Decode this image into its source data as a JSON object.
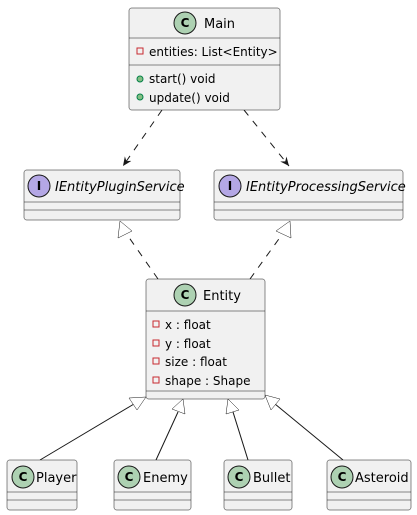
{
  "classes": {
    "main": {
      "name": "Main",
      "stereotype": "C",
      "fields": [
        "entities: List<Entity>"
      ],
      "methods": [
        "start() void",
        "update() void"
      ]
    },
    "plugin": {
      "name": "IEntityPluginService",
      "stereotype": "I"
    },
    "processing": {
      "name": "IEntityProcessingService",
      "stereotype": "I"
    },
    "entity": {
      "name": "Entity",
      "stereotype": "C",
      "fields": [
        "x : float",
        "y : float",
        "size : float",
        "shape : Shape"
      ]
    },
    "player": {
      "name": "Player",
      "stereotype": "C"
    },
    "enemy": {
      "name": "Enemy",
      "stereotype": "C"
    },
    "bullet": {
      "name": "Bullet",
      "stereotype": "C"
    },
    "asteroid": {
      "name": "Asteroid",
      "stereotype": "C"
    }
  },
  "relations": [
    {
      "from": "Main",
      "to": "IEntityPluginService",
      "type": "dependency"
    },
    {
      "from": "Main",
      "to": "IEntityProcessingService",
      "type": "dependency"
    },
    {
      "from": "Entity",
      "to": "IEntityPluginService",
      "type": "realization"
    },
    {
      "from": "Entity",
      "to": "IEntityProcessingService",
      "type": "realization"
    },
    {
      "from": "Player",
      "to": "Entity",
      "type": "generalization"
    },
    {
      "from": "Enemy",
      "to": "Entity",
      "type": "generalization"
    },
    {
      "from": "Bullet",
      "to": "Entity",
      "type": "generalization"
    },
    {
      "from": "Asteroid",
      "to": "Entity",
      "type": "generalization"
    }
  ],
  "colors": {
    "class_badge": "#ADD1B2",
    "interface_badge": "#B4A7E5",
    "box_fill": "#F1F1F1",
    "border": "#181818",
    "public_method": "#84BE84",
    "private_field": "#C82930"
  }
}
